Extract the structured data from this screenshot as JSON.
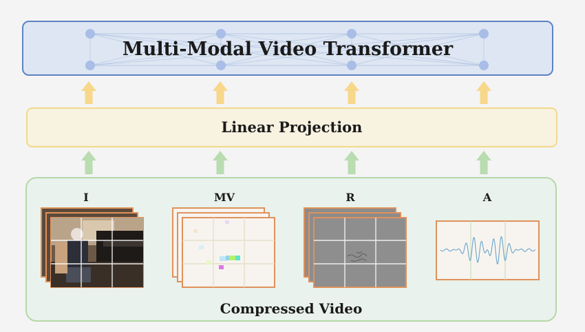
{
  "transformer": {
    "title": "Multi-Modal Video Transformer"
  },
  "projection": {
    "title": "Linear Projection"
  },
  "video": {
    "title": "Compressed Video",
    "modalities": [
      {
        "label": "I"
      },
      {
        "label": "MV"
      },
      {
        "label": "R"
      },
      {
        "label": "A"
      }
    ]
  },
  "colors": {
    "transformer_fill": "#dde6f2",
    "transformer_border": "#5d82c4",
    "node": "#a9bde6",
    "projection_fill": "#f8f2e0",
    "projection_border": "#f1d98a",
    "upper_arrow": "#f7d88a",
    "lower_arrow": "#b9dcb0",
    "video_fill": "#e9f2ec",
    "video_border": "#b6d7a8",
    "frame_border": "#e0915a"
  }
}
